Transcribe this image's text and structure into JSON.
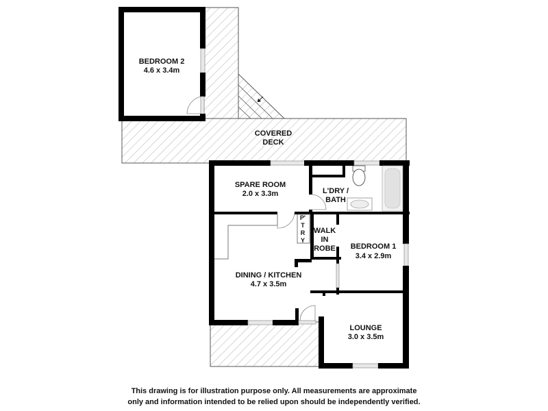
{
  "floorplan": {
    "rooms": {
      "bedroom2": {
        "name": "BEDROOM 2",
        "size": "4.6 x 3.4m"
      },
      "covered_deck": {
        "line1": "COVERED",
        "line2": "DECK"
      },
      "spare_room": {
        "name": "SPARE ROOM",
        "size": "2.0 x 3.3m"
      },
      "laundry_bath": {
        "line1": "L'DRY /",
        "line2": "BATH"
      },
      "pantry": {
        "letters": [
          "P'",
          "T",
          "R",
          "Y"
        ]
      },
      "walk_in_robe": {
        "line1": "WALK",
        "line2": "IN",
        "line3": "ROBE"
      },
      "bedroom1": {
        "name": "BEDROOM 1",
        "size": "3.4 x 2.9m"
      },
      "dining_kitchen": {
        "name": "DINING / KITCHEN",
        "size": "4.7 x 3.5m"
      },
      "lounge": {
        "name": "LOUNGE",
        "size": "3.0 x 3.5m"
      }
    },
    "colors": {
      "wall": "#000000",
      "hatch": "#9a9a9a",
      "window": "#e8e8e8",
      "background": "#ffffff"
    }
  },
  "disclaimer": {
    "line1": "This drawing is for illustration purpose only. All measurements are approximate",
    "line2": "only and information intended to be relied upon should be independently verified."
  }
}
